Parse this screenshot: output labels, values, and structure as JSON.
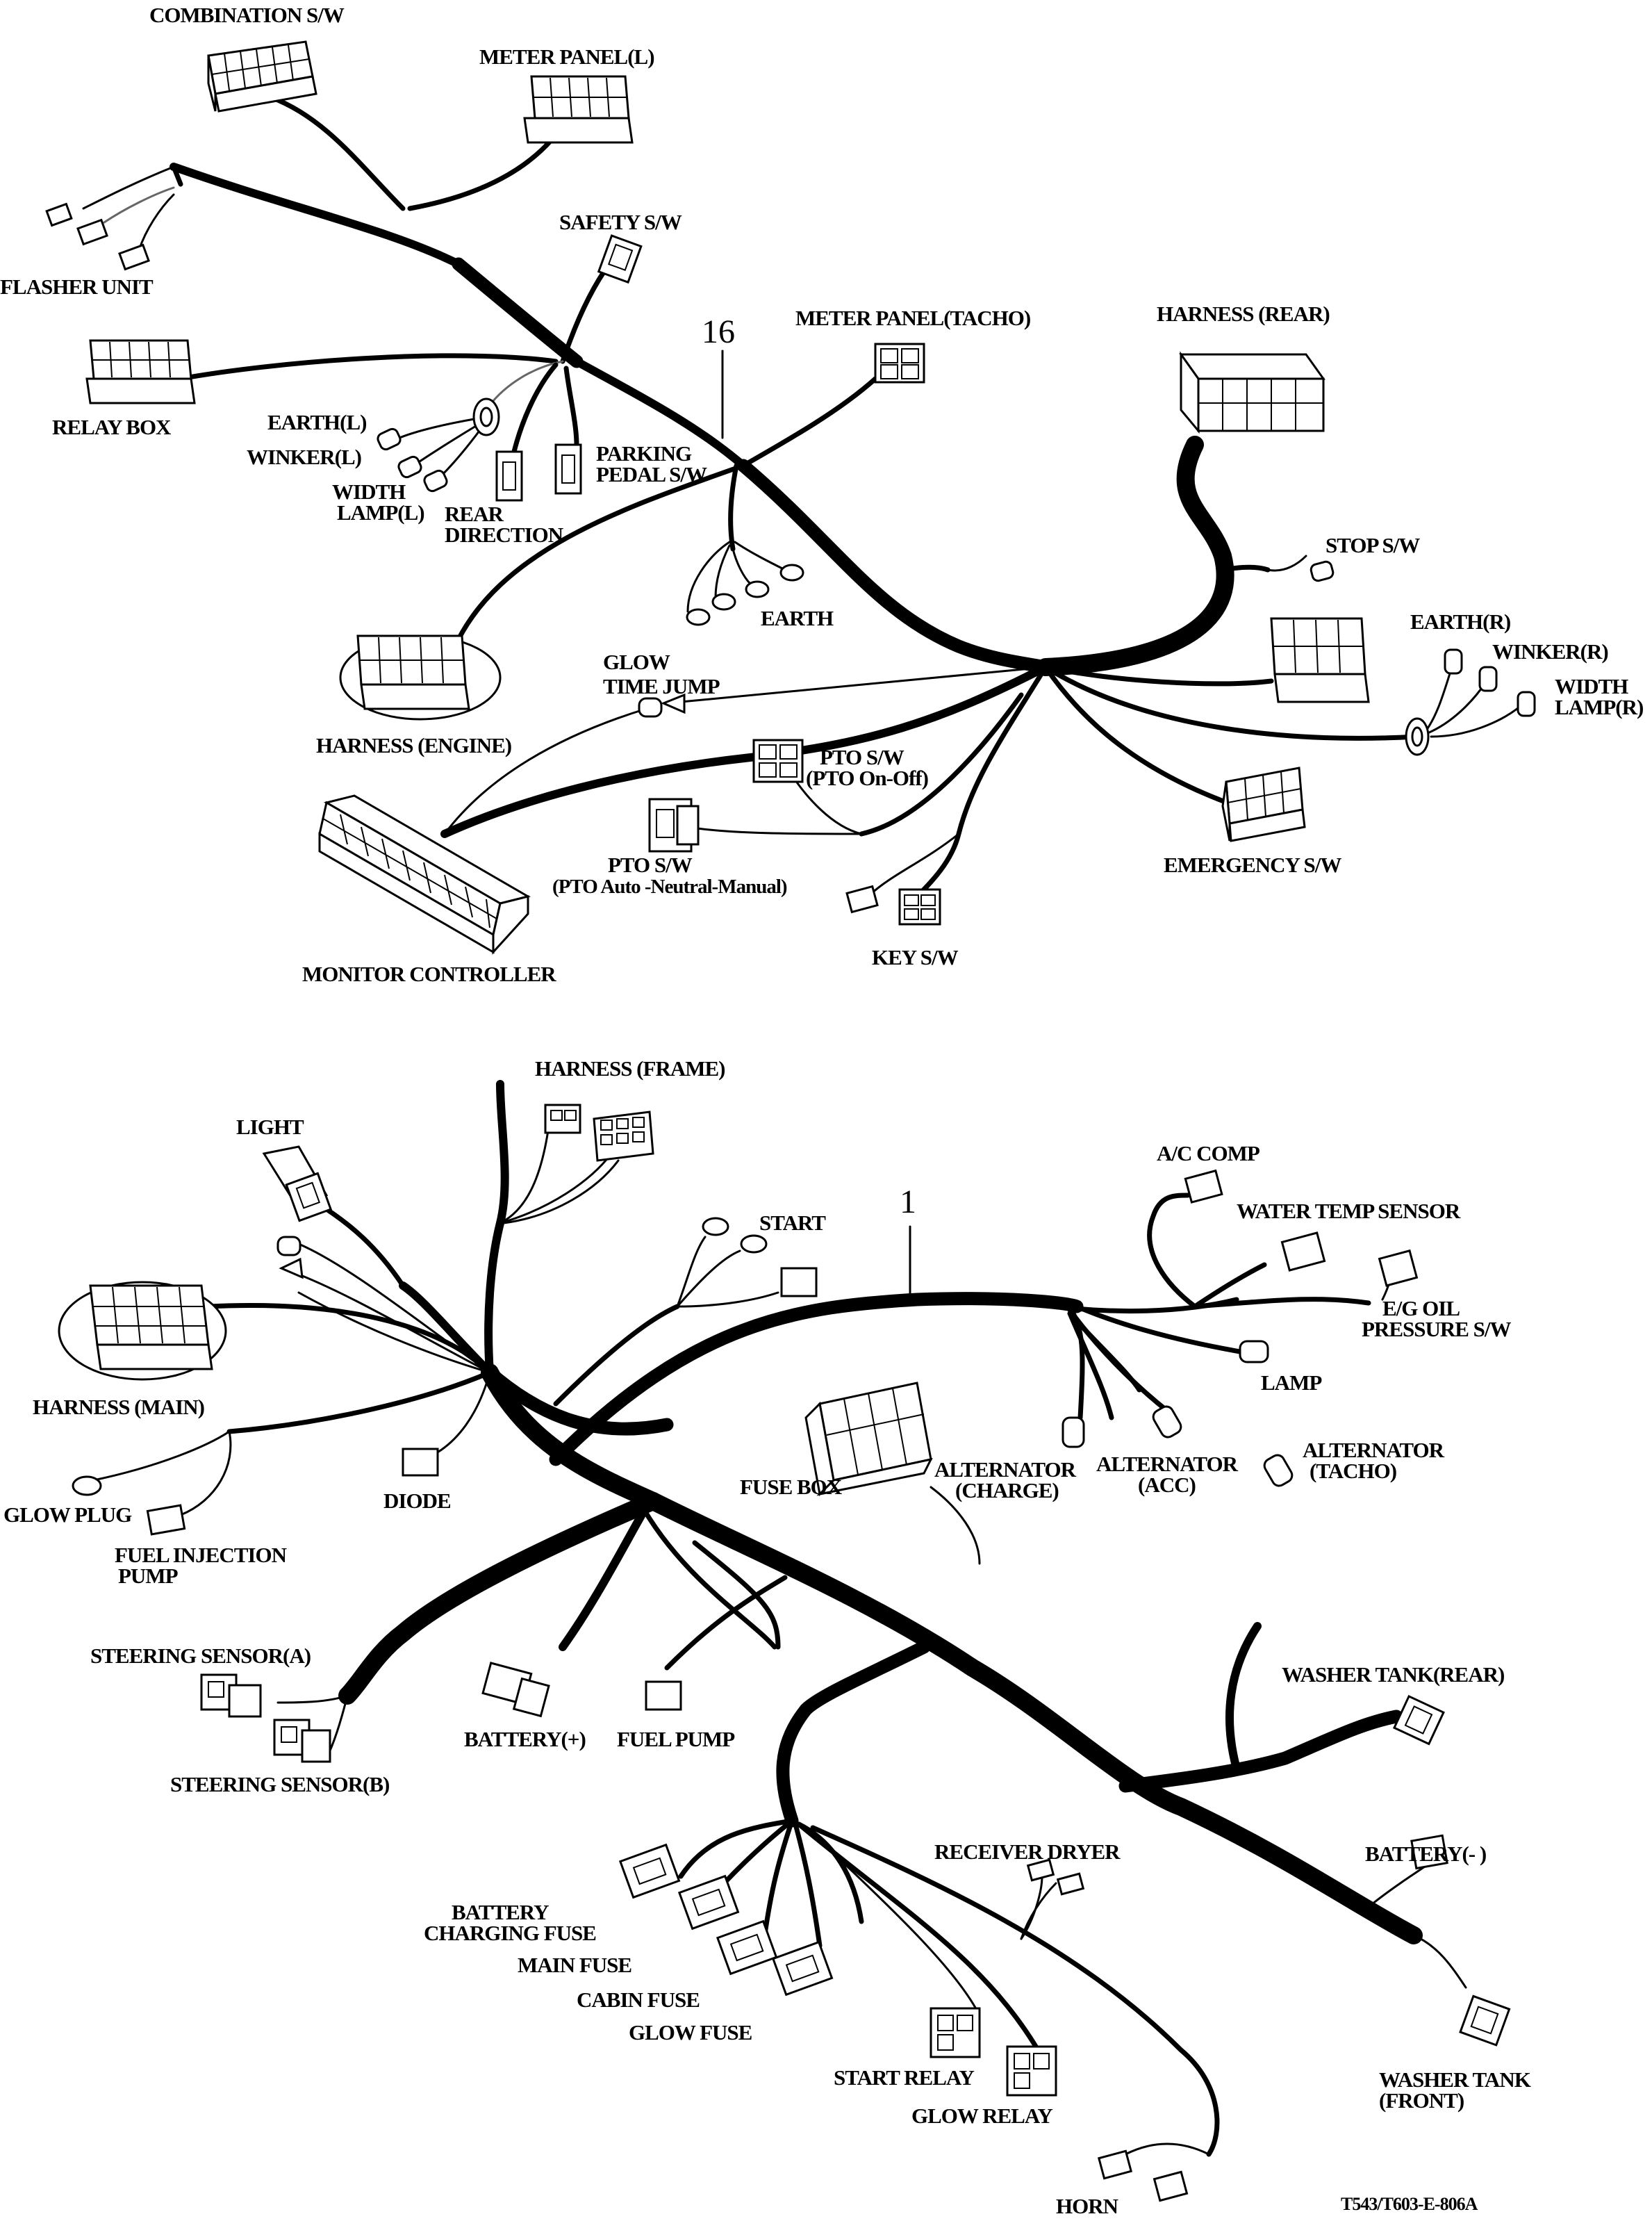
{
  "diagram": {
    "part_number_top": "16",
    "part_number_bottom": "1",
    "top_labels": {
      "combination_sw": "COMBINATION S/W",
      "meter_panel_l": "METER PANEL(L)",
      "flasher_unit": "FLASHER UNIT",
      "safety_sw": "SAFETY S/W",
      "meter_panel_tacho": "METER PANEL(TACHO)",
      "harness_rear": "HARNESS (REAR)",
      "relay_box": "RELAY BOX",
      "earth_l": "EARTH(L)",
      "winker_l": "WINKER(L)",
      "width_lamp_l_1": "WIDTH",
      "width_lamp_l_2": "LAMP(L)",
      "rear_direction_1": "REAR",
      "rear_direction_2": "DIRECTION",
      "parking_pedal_1": "PARKING",
      "parking_pedal_2": "PEDAL S/W",
      "stop_sw": "STOP S/W",
      "earth": "EARTH",
      "earth_r": "EARTH(R)",
      "winker_r": "WINKER(R)",
      "width_lamp_r_1": "WIDTH",
      "width_lamp_r_2": "LAMP(R)",
      "glow_time_jump_1": "GLOW",
      "glow_time_jump_2": "TIME  JUMP",
      "harness_engine": "HARNESS (ENGINE)",
      "pto_sw_1": "PTO S/W",
      "pto_sw_2": "(PTO On-Off)",
      "pto_sw_auto_1": "PTO S/W",
      "pto_sw_auto_2": "(PTO Auto -Neutral-Manual)",
      "emergency_sw": "EMERGENCY  S/W",
      "monitor_controller": "MONITOR CONTROLLER",
      "key_sw": "KEY S/W"
    },
    "bottom_labels": {
      "harness_frame": "HARNESS (FRAME)",
      "light": "LIGHT",
      "start": "START",
      "ac_comp": "A/C COMP",
      "water_temp_sensor": "WATER TEMP  SENSOR",
      "eg_oil_1": "E/G OIL",
      "eg_oil_2": "PRESSURE S/W",
      "lamp": "LAMP",
      "harness_main": "HARNESS (MAIN)",
      "alternator_charge_1": "ALTERNATOR",
      "alternator_charge_2": "(CHARGE)",
      "alternator_acc_1": "ALTERNATOR",
      "alternator_acc_2": "(ACC)",
      "alternator_tacho_1": "ALTERNATOR",
      "alternator_tacho_2": "(TACHO)",
      "fuse_box": "FUSE BOX",
      "glow_plug": "GLOW PLUG",
      "diode": "DIODE",
      "fuel_injection_1": "FUEL INJECTION",
      "fuel_injection_2": "PUMP",
      "steering_sensor_a": "STEERING SENSOR(A)",
      "steering_sensor_b": "STEERING SENSOR(B)",
      "battery_plus": "BATTERY(+)",
      "fuel_pump": "FUEL PUMP",
      "washer_tank_rear": "WASHER TANK(REAR)",
      "receiver_dryer": "RECEIVER DRYER",
      "battery_minus": "BATTERY(- )",
      "battery_charging_fuse_1": "BATTERY",
      "battery_charging_fuse_2": "CHARGING FUSE",
      "main_fuse": "MAIN FUSE",
      "cabin_fuse": "CABIN FUSE",
      "glow_fuse": "GLOW FUSE",
      "start_relay": "START RELAY",
      "glow_relay": "GLOW RELAY",
      "washer_tank_front_1": "WASHER TANK",
      "washer_tank_front_2": "(FRONT)",
      "horn": "HORN"
    },
    "figure_code": "T543/T603-E-806A"
  }
}
